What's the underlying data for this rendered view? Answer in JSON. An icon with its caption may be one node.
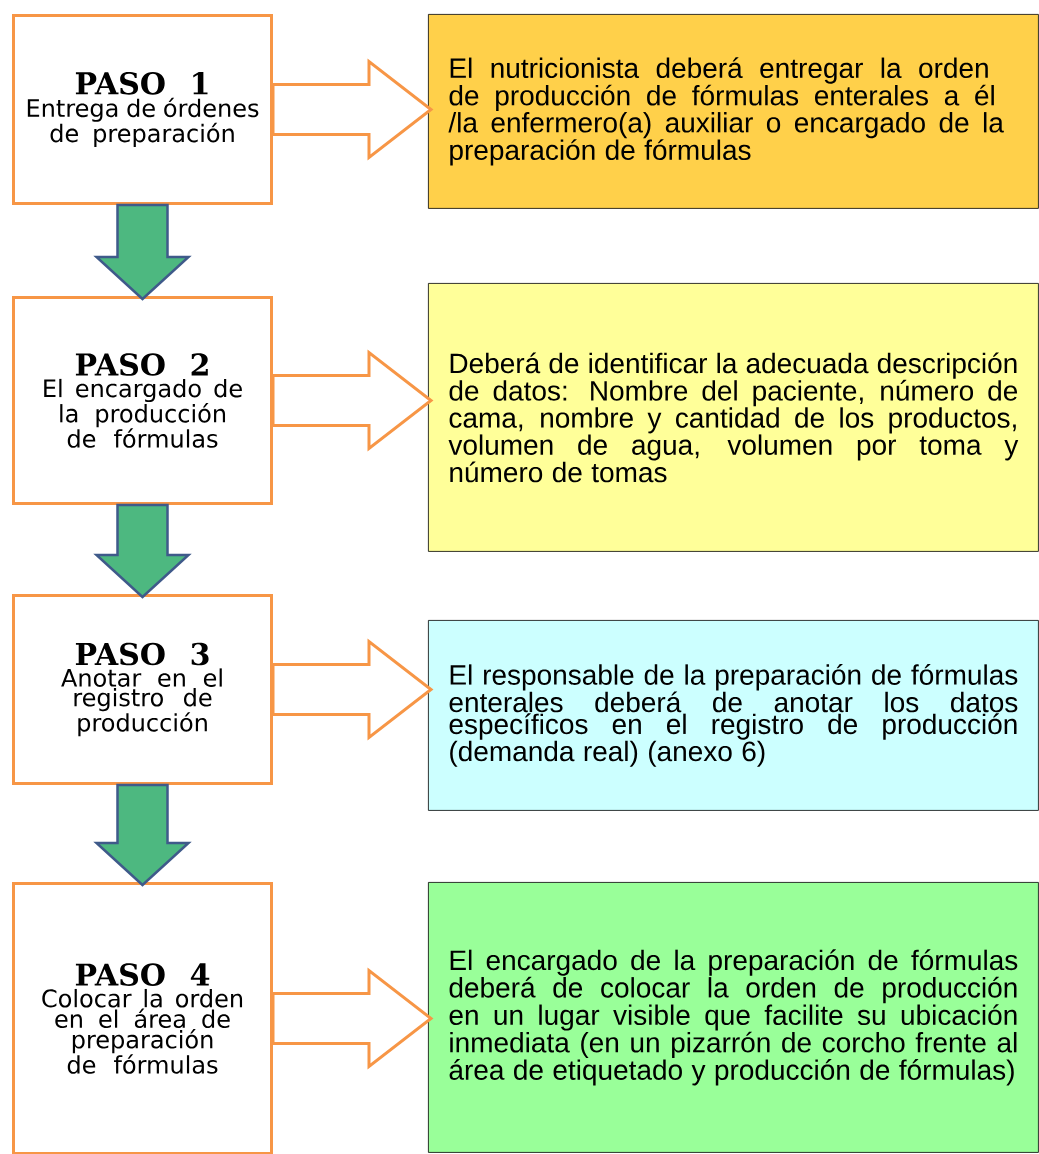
{
  "diagram": {
    "nodes": [
      {
        "text": [
          "PASO 1",
          "Entrega de órdenes de preparación"
        ]
      },
      {
        "text": [
          "El nutricionista deberá entregar la orden de producción de fórmulas enterales a él /la enfermero(a) auxiliar o encargado de la preparación de fórmulas"
        ]
      },
      {
        "text": [
          "PASO 2",
          "El encargado de la producción de fórmulas"
        ]
      },
      {
        "text": [
          "Deberá de identificar la adecuada descripción de datos: Nombre del paciente, número de cama, nombre y cantidad de los productos, volumen de agua, volumen por toma y número de tomas"
        ]
      },
      {
        "text": [
          "PASO 3",
          "Anotar en el registro de producción"
        ]
      },
      {
        "text": [
          "El responsable de la preparación de fórmulas enterales deberá de anotar los datos específicos en el registro de producción (demanda real) (anexo 6)"
        ]
      },
      {
        "text": [
          "PASO 4",
          "Colocar la orden en el área de preparación de fórmulas"
        ]
      },
      {
        "text": [
          "El encargado de la preparación de fórmulas deberá de colocar la orden de producción en un lugar visible que facilite su ubicación inmediata (en un pizarrón de corcho frente al área de etiquetado y producción de fórmulas)"
        ]
      }
    ],
    "edges": [
      {
        "from": 0,
        "to": 1,
        "arrow": "to"
      },
      {
        "from": 0,
        "to": 2,
        "arrow": "to"
      },
      {
        "from": 2,
        "to": 3,
        "arrow": "to"
      },
      {
        "from": 2,
        "to": 4,
        "arrow": "to"
      },
      {
        "from": 4,
        "to": 5,
        "arrow": "to"
      },
      {
        "from": 4,
        "to": 6,
        "arrow": "to"
      },
      {
        "from": 6,
        "to": 7,
        "arrow": "to"
      }
    ]
  }
}
